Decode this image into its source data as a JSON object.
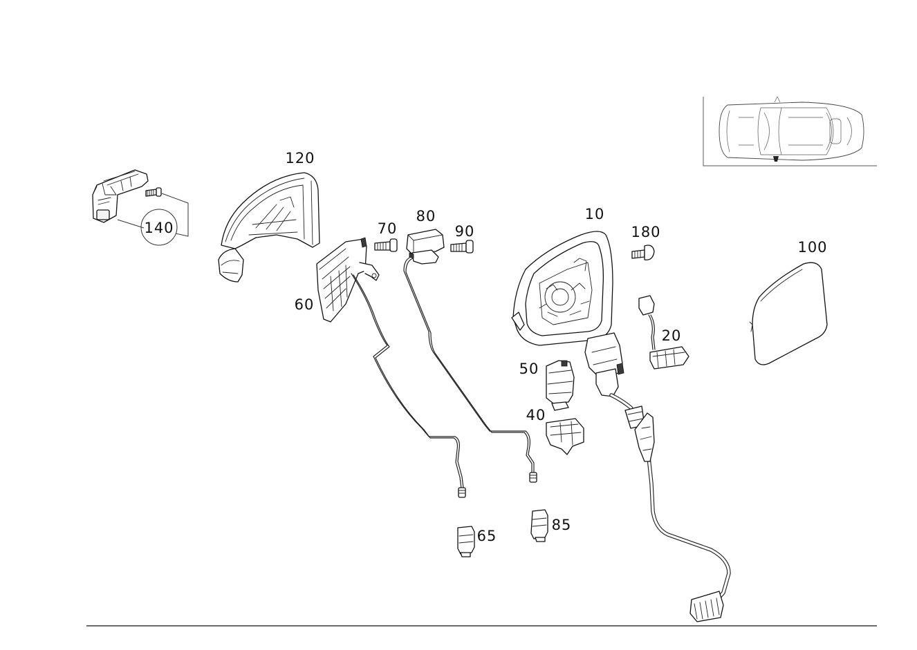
{
  "callouts": {
    "p10": "10",
    "p20": "20",
    "p40": "40",
    "p50": "50",
    "p60": "60",
    "p65": "65",
    "p70": "70",
    "p80": "80",
    "p85": "85",
    "p90": "90",
    "p100": "100",
    "p120": "120",
    "p140": "140",
    "p180": "180"
  },
  "icons": {
    "locator_inset": "vehicle-top-view-icon",
    "mirror_housing": "mirror-housing-icon",
    "mirror_glass": "mirror-glass-icon",
    "wiring_harness": "wiring-harness-icon",
    "screw": "screw-icon"
  }
}
